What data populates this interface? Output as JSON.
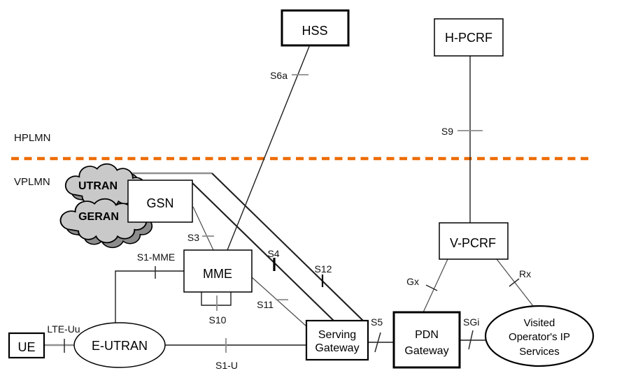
{
  "regions": {
    "hplmn": "HPLMN",
    "vplmn": "VPLMN"
  },
  "colors": {
    "boundary_dashed": "#ED6C05",
    "cloud_fill": "#C9C9C9",
    "cloud_shadow": "#8C8C8C",
    "line": "#1F1F1F",
    "tick_gray": "#8C8C8C"
  },
  "nodes": {
    "hss": "HSS",
    "hpcrf": "H-PCRF",
    "vpcrf": "V-PCRF",
    "gsn": "GSN",
    "mme": "MME",
    "utran": "UTRAN",
    "geran": "GERAN",
    "ue": "UE",
    "eutran": "E-UTRAN",
    "serving_gw": {
      "line1": "Serving",
      "line2": "Gateway"
    },
    "pdn_gw": {
      "line1": "PDN",
      "line2": "Gateway"
    },
    "visited": {
      "line1": "Visited",
      "line2": "Operator's IP",
      "line3": "Services"
    }
  },
  "interfaces": {
    "s6a": "S6a",
    "s9": "S9",
    "s3": "S3",
    "s4": "S4",
    "s12": "S12",
    "s1mme": "S1-MME",
    "s10": "S10",
    "s11": "S11",
    "s1u": "S1-U",
    "lteuu": "LTE-Uu",
    "s5": "S5",
    "sgi": "SGi",
    "gx": "Gx",
    "rx": "Rx"
  }
}
